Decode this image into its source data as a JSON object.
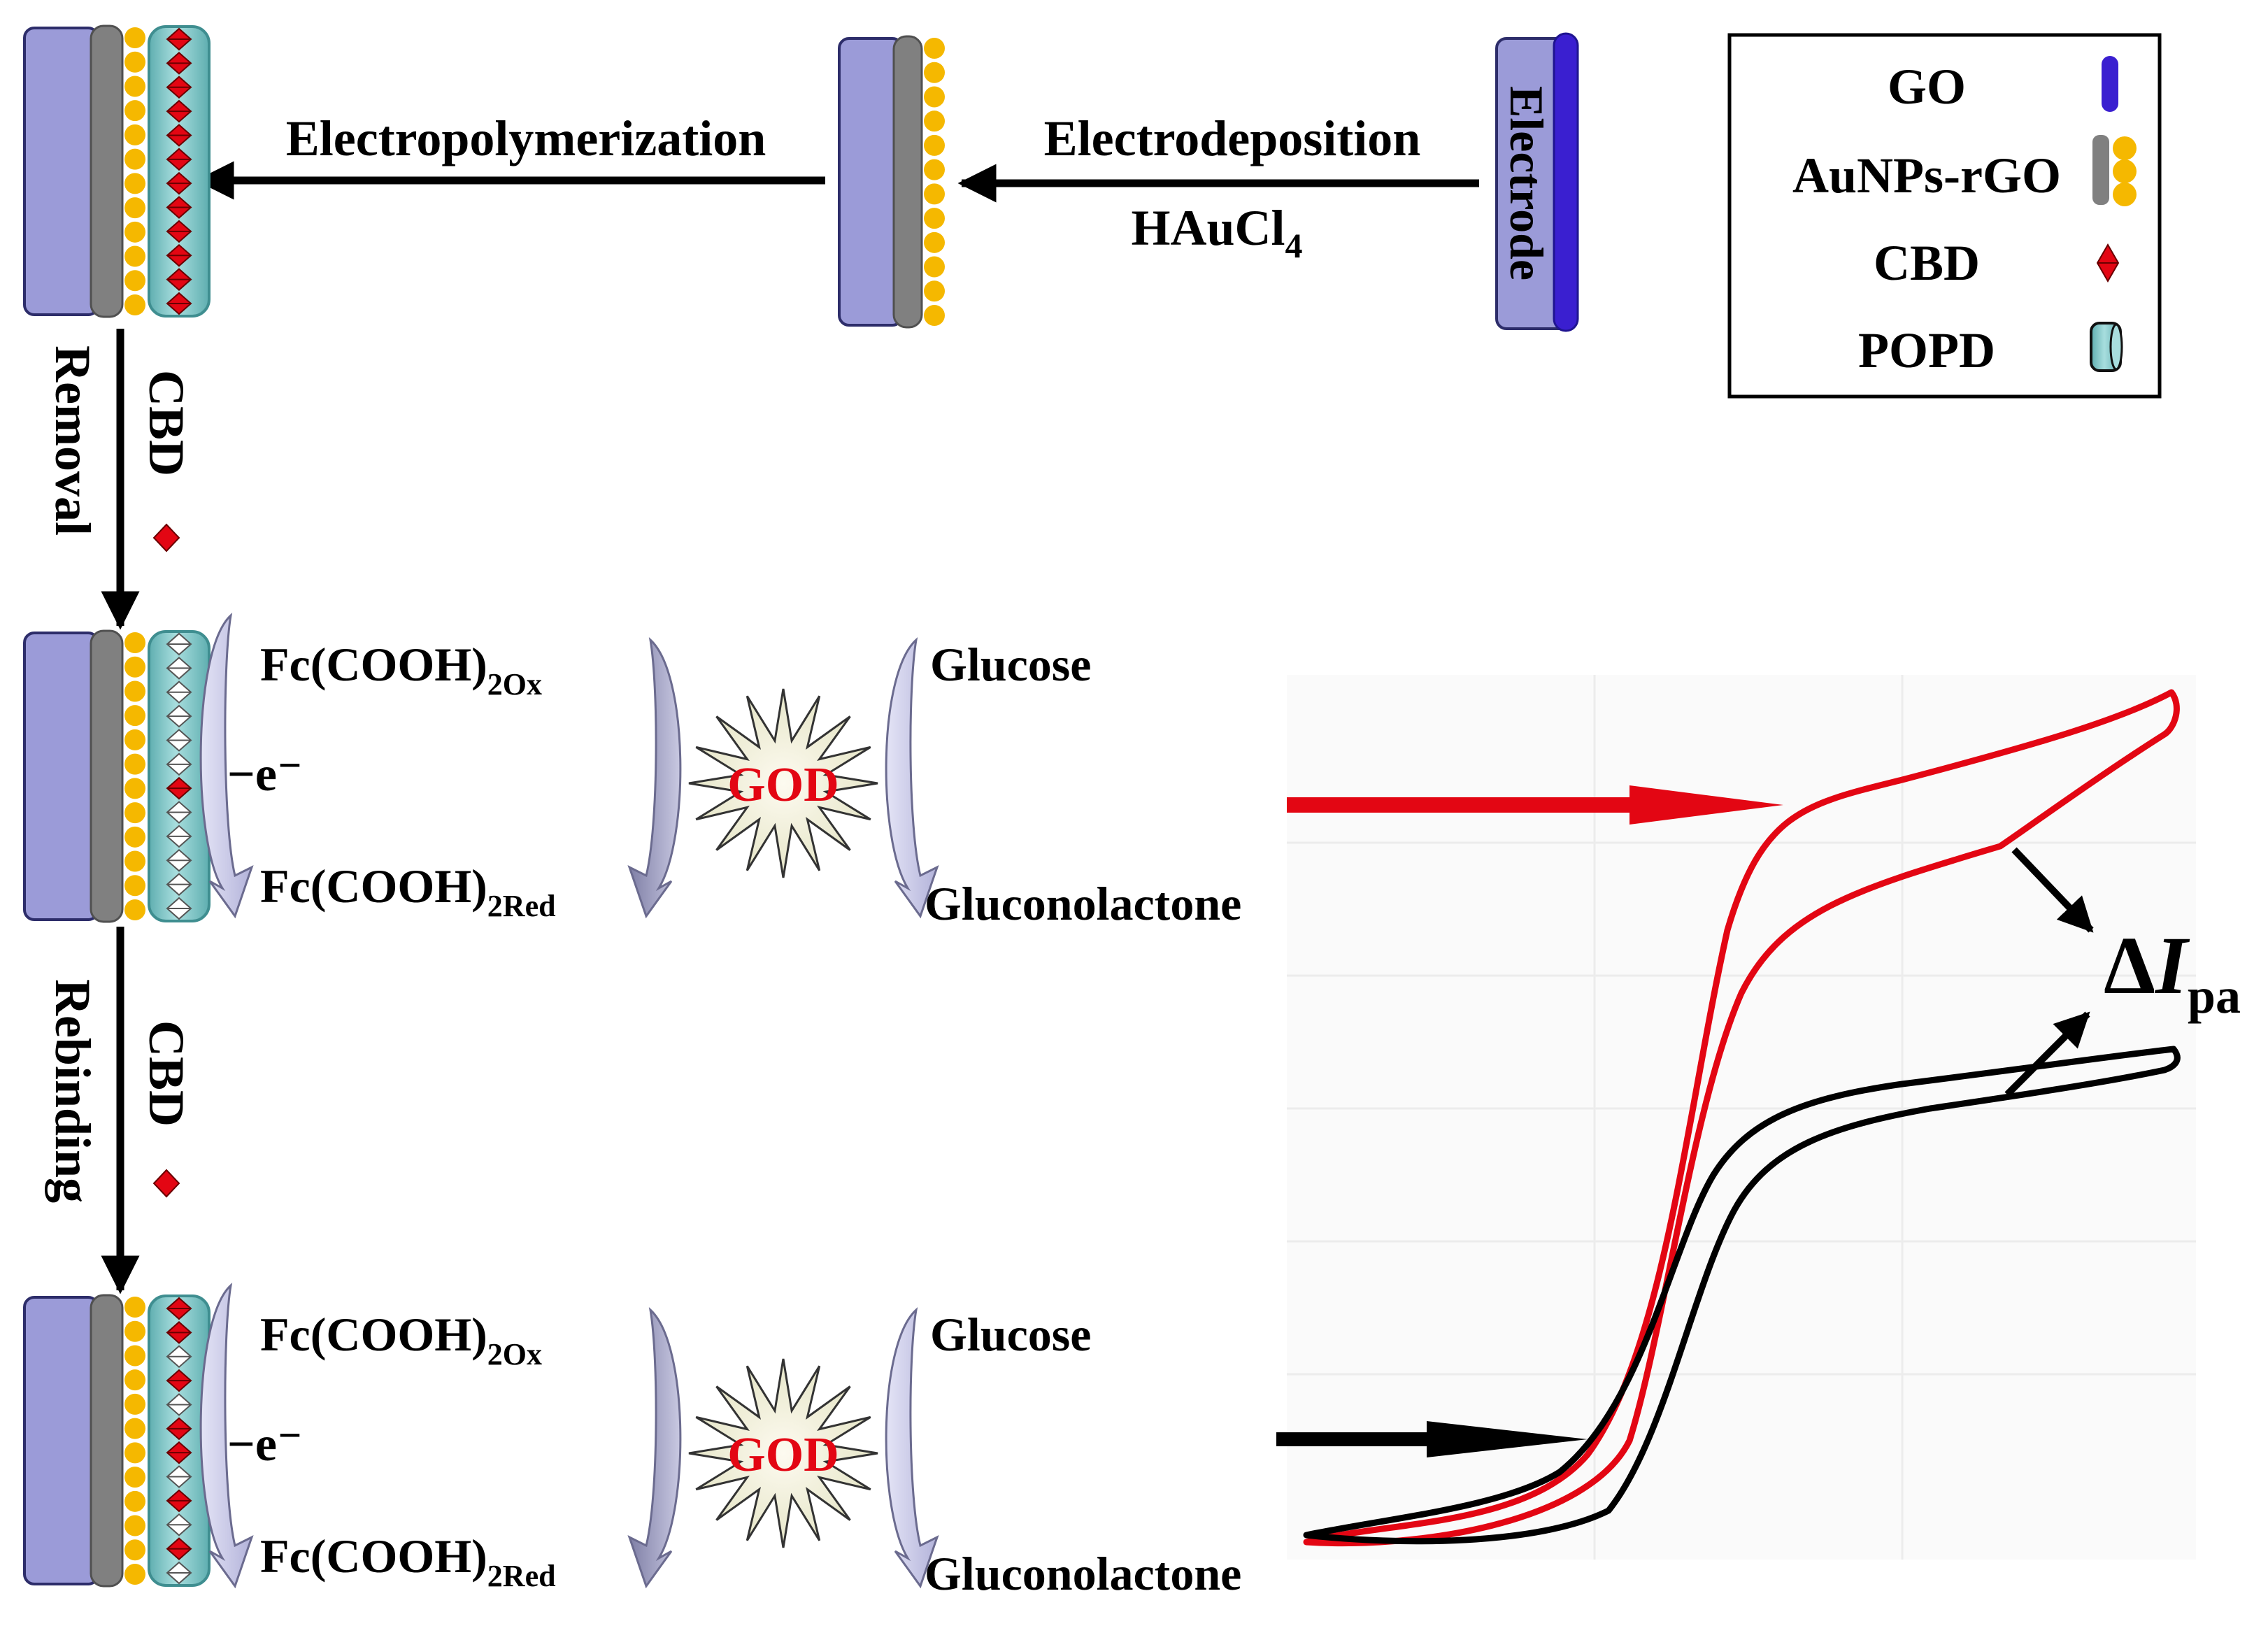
{
  "steps": {
    "electrode": "Electrode",
    "electrodeposition": "Electrodeposition",
    "electrodeposition_reagent": "HAuCl",
    "electrodeposition_reagent_sub": "4",
    "electropolymerization": "Electropolymerization",
    "removal_word": "Removal",
    "removal_target": "CBD",
    "rebinding_word": "Rebinding",
    "rebinding_target": "CBD"
  },
  "legend": {
    "items": [
      {
        "label": "GO",
        "icon": "go-sheet-icon"
      },
      {
        "label": "AuNPs-rGO",
        "icon": "aunps-rgo-icon"
      },
      {
        "label": "CBD",
        "icon": "cbd-diamond-icon"
      },
      {
        "label": "POPD",
        "icon": "popd-cylinder-icon"
      }
    ]
  },
  "cycle": {
    "oxidized": "Fc(COOH)",
    "oxidized_sub": "2Ox",
    "reduced": "Fc(COOH)",
    "reduced_sub": "2Red",
    "electron": "−e⁻",
    "enzyme": "GOD",
    "substrate": "Glucose",
    "product": "Gluconolactone"
  },
  "response": {
    "delta_symbol": "Δ",
    "current_symbol": "I",
    "current_sub": "pa"
  },
  "colors": {
    "electrode": "#9b9bd8",
    "go": "#3a1fd0",
    "rgo": "#808080",
    "aunp": "#f5b800",
    "cbd": "#e30613",
    "popd": "#7fc7c7",
    "enzyme_star": "#f3efd8",
    "curve_removed": "#e30613",
    "curve_rebound": "#000000"
  }
}
